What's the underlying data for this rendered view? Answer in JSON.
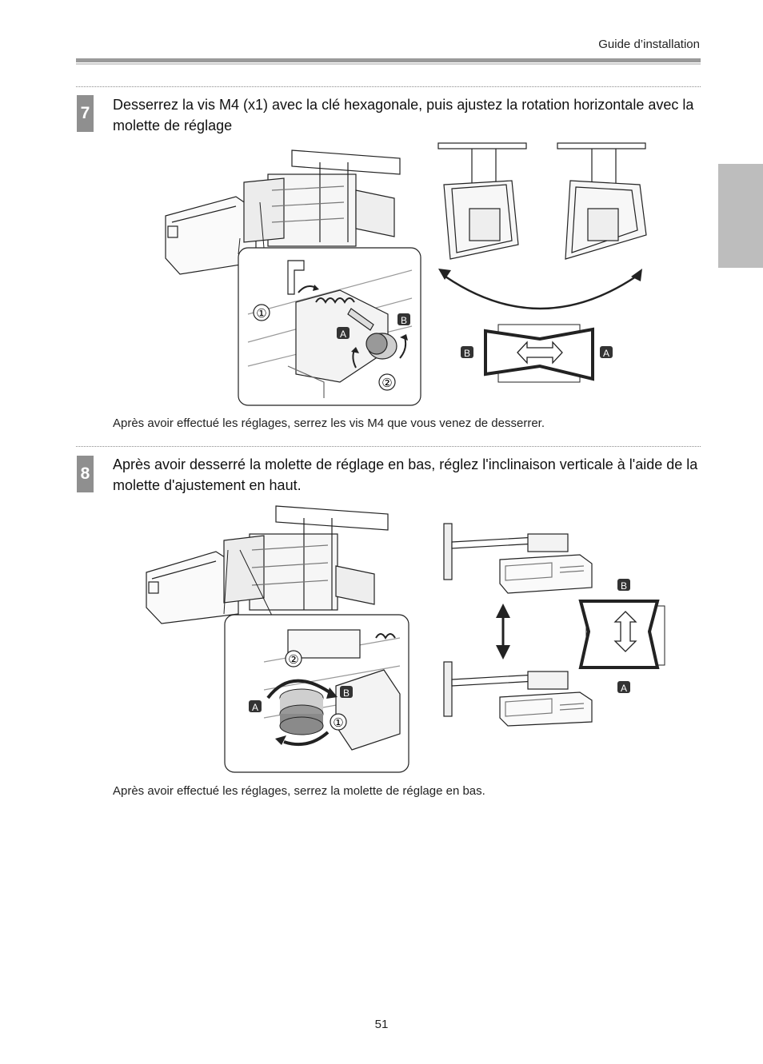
{
  "header": {
    "title": "Guide d’installation"
  },
  "steps": [
    {
      "number": "7",
      "text": "Desserrez la vis M4 (x1) avec la clé hexagonale, puis ajustez la rotation horizontale avec la molette de réglage",
      "note": "Après avoir effectué les réglages, serrez les vis M4 que vous venez de desserrer.",
      "callouts": {
        "one": "①",
        "two": "②",
        "a": "A",
        "b": "B"
      }
    },
    {
      "number": "8",
      "text": "Après avoir desserré la molette de réglage en bas, réglez l'inclinaison verticale à l'aide de la molette d'ajustement en haut.",
      "note": "Après avoir effectué les réglages, serrez la molette de réglage en bas.",
      "callouts": {
        "one": "①",
        "two": "②",
        "a": "A",
        "b": "B"
      }
    }
  ],
  "footer": {
    "page_number": "51"
  }
}
